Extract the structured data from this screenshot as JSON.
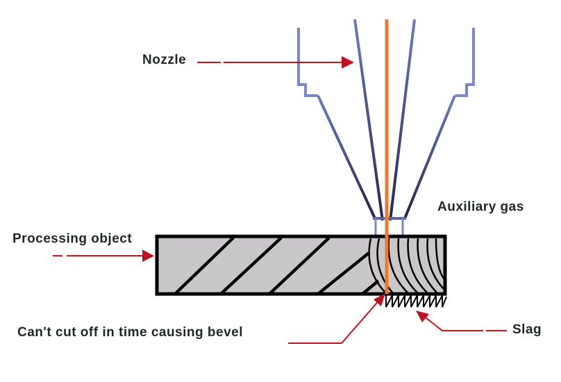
{
  "title": "Laser cutting bevel defect diagram",
  "labels": {
    "nozzle": "Nozzle",
    "auxiliary_gas": "Auxiliary gas",
    "processing_object": "Processing object",
    "bevel": "Can't cut off in time causing bevel",
    "slag": "Slag"
  },
  "colors": {
    "arrow": "#c0121e",
    "laser_beam": "#ef7a2a",
    "nozzle_outer": "#7c86cc",
    "nozzle_inner": "#3a3f73",
    "workpiece_fill": "#c9c7ca",
    "outline": "#000000",
    "text": "#1e2628"
  },
  "components": [
    "nozzle",
    "laser-beam",
    "auxiliary-gas",
    "workpiece",
    "slag",
    "bevel"
  ]
}
